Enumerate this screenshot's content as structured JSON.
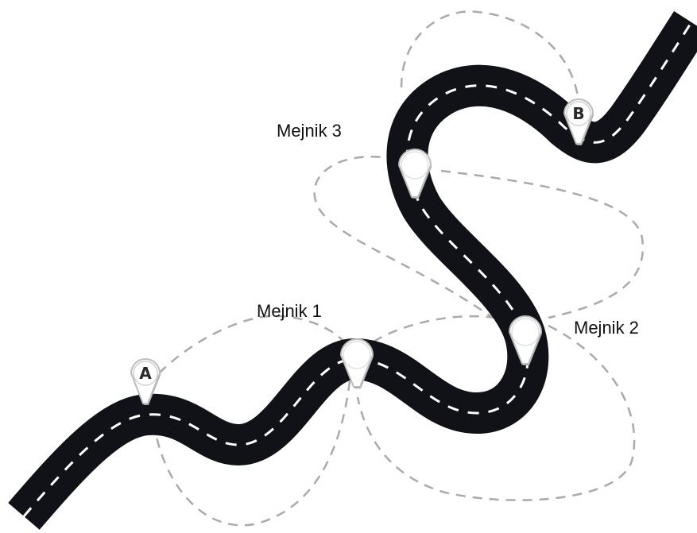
{
  "title": "",
  "colors": {
    "road": "#111118",
    "road_center_dash": "#ffffff",
    "loop_dash": "#aaaaaa",
    "pin_fill": "#ffffff",
    "pin_shadow": "#9a9a9a",
    "label_text": "#111111"
  },
  "start_pin": {
    "letter": "A",
    "icon": "map-pin-icon"
  },
  "end_pin": {
    "letter": "B",
    "icon": "map-pin-icon"
  },
  "milestones": [
    {
      "label": "Mejnik 1",
      "icon": "map-pin-icon"
    },
    {
      "label": "Mejnik 2",
      "icon": "map-pin-icon"
    },
    {
      "label": "Mejnik 3",
      "icon": "map-pin-icon"
    }
  ]
}
